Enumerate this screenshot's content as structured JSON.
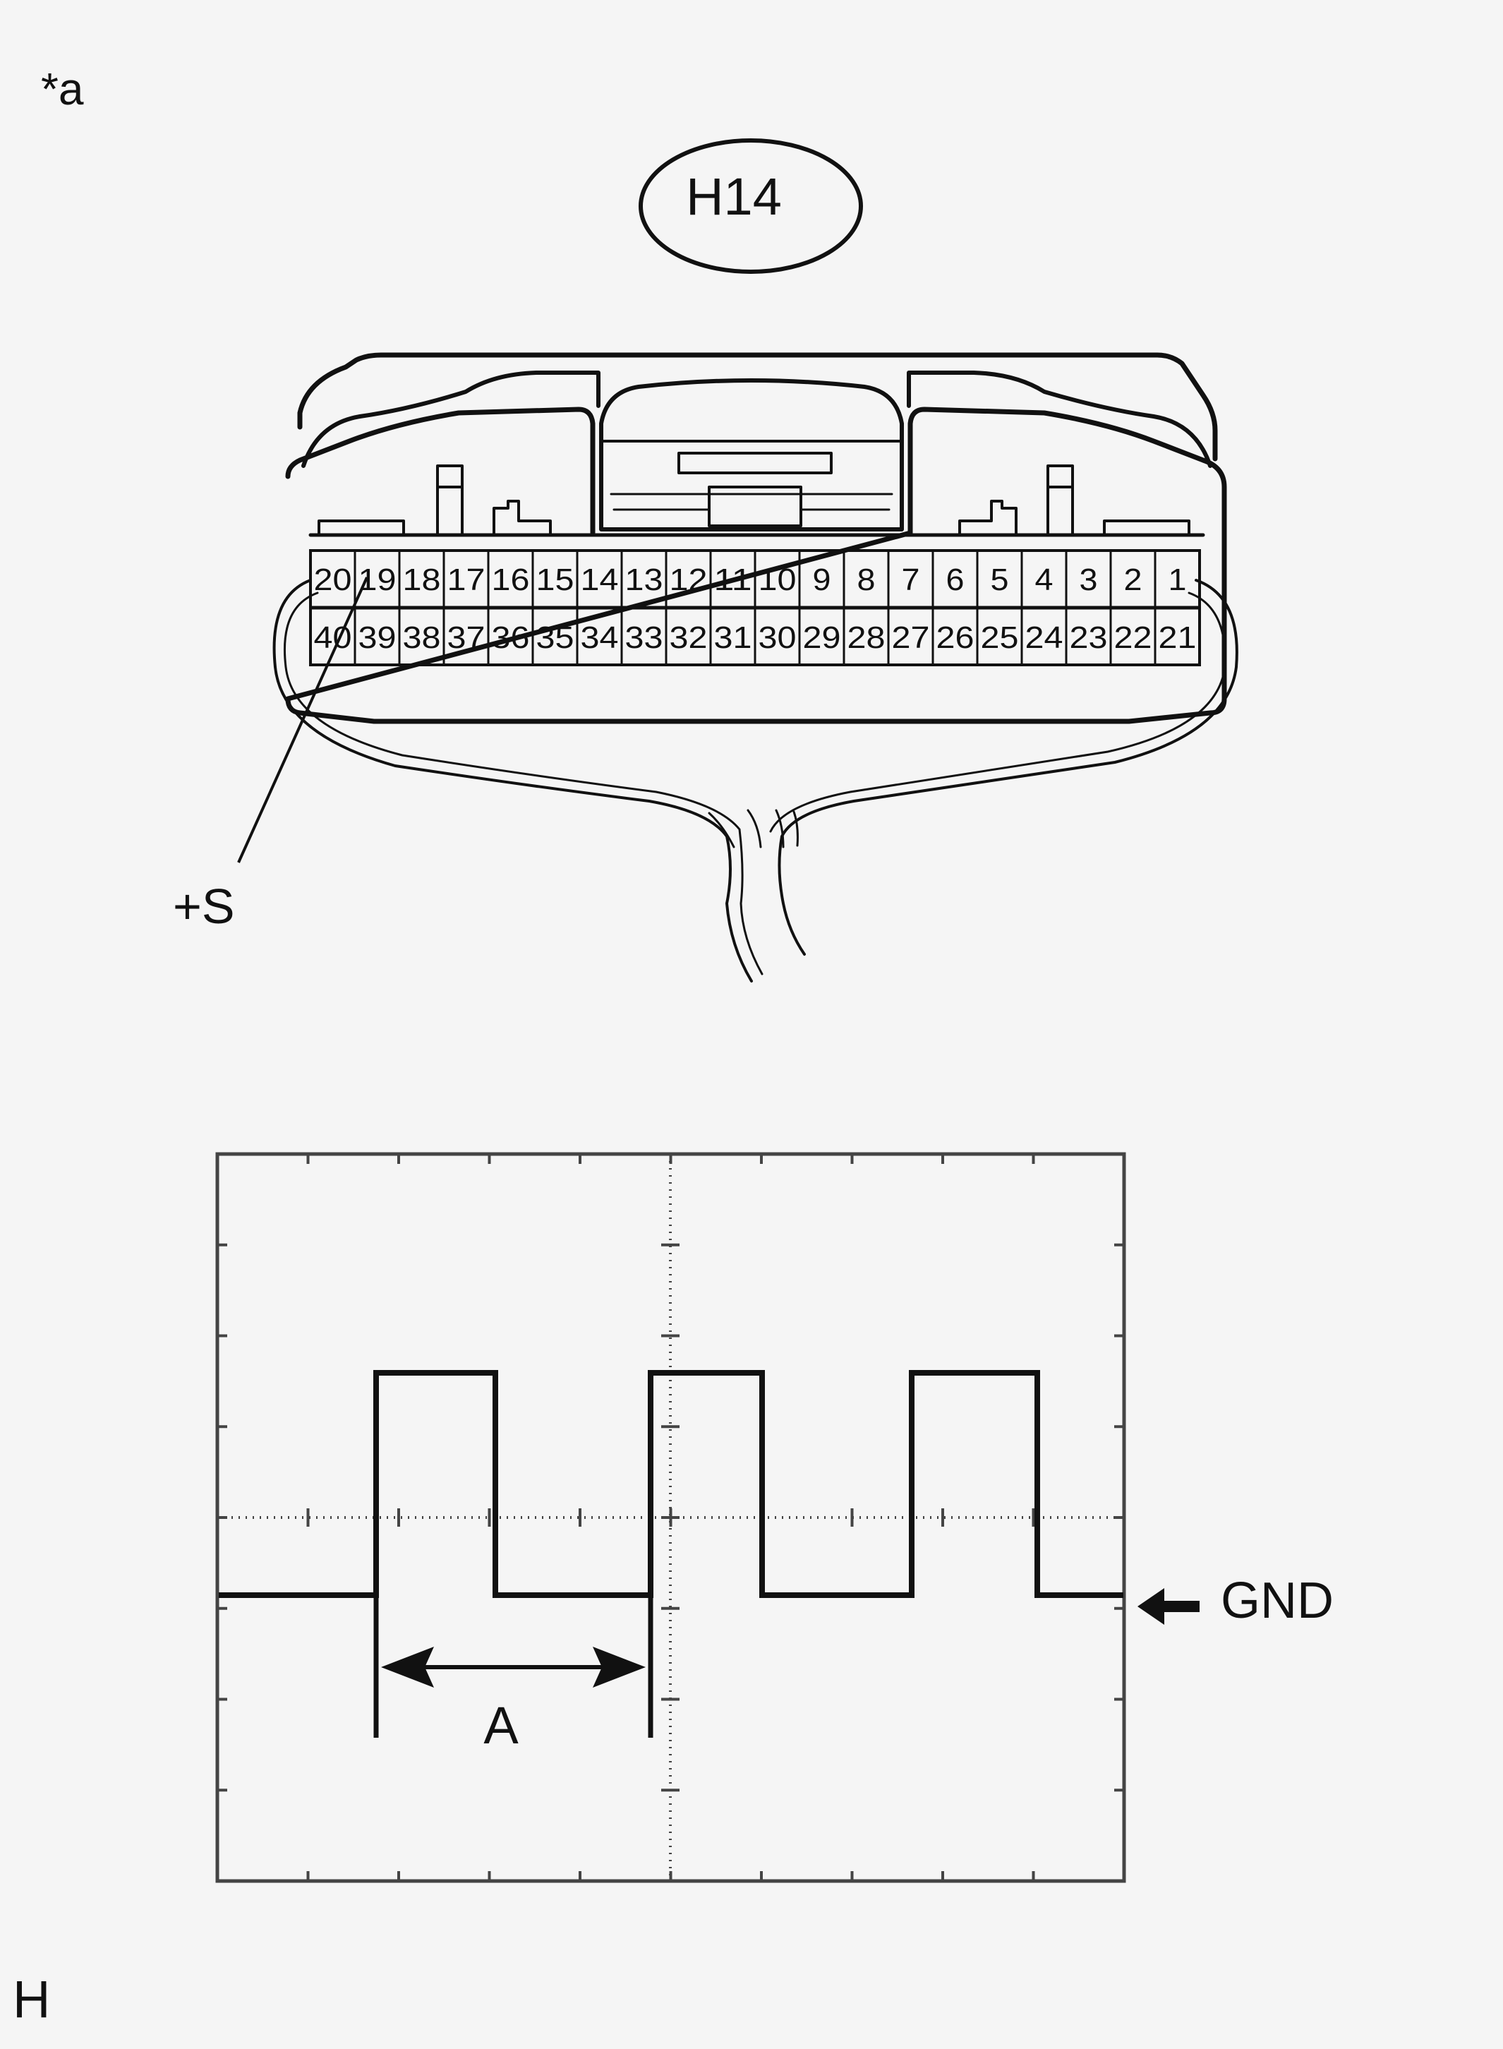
{
  "figure_label": "*a",
  "connector": {
    "code": "H14",
    "top_row_pins": [
      "20",
      "19",
      "18",
      "17",
      "16",
      "15",
      "14",
      "13",
      "12",
      "11",
      "10",
      "9",
      "8",
      "7",
      "6",
      "5",
      "4",
      "3",
      "2",
      "1"
    ],
    "bottom_row_pins": [
      "40",
      "39",
      "38",
      "37",
      "36",
      "35",
      "34",
      "33",
      "32",
      "31",
      "30",
      "29",
      "28",
      "27",
      "26",
      "25",
      "24",
      "23",
      "22",
      "21"
    ],
    "callout_label": "+S"
  },
  "waveform": {
    "gnd_label": "GND",
    "period_label": "A"
  },
  "corner_label": "H",
  "colors": {
    "background": "#f5f5f5",
    "line": "#111111",
    "grid": "#444444"
  }
}
